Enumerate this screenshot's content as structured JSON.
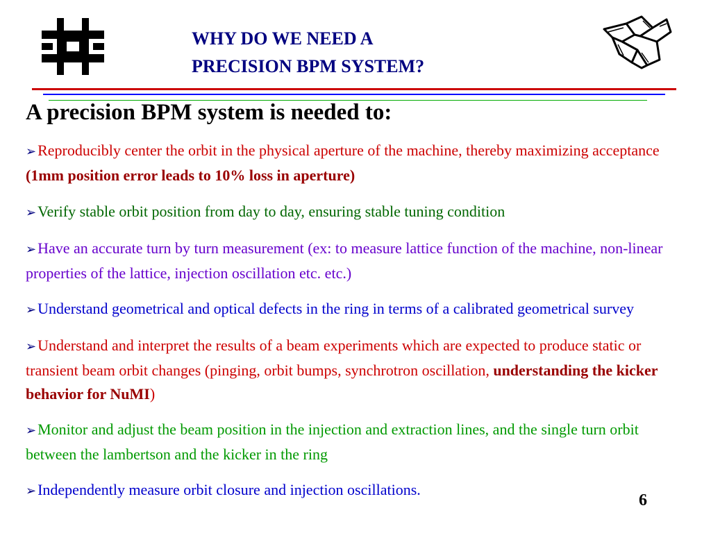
{
  "slide": {
    "title_line1": "WHY DO WE NEED A",
    "title_line2": "PRECISION BPM SYSTEM?",
    "heading": "A precision BPM system is needed to:",
    "bullets": [
      {
        "text": "Reproducibly center the orbit in the physical aperture of the machine, thereby maximizing acceptance ",
        "emphasis": "(1mm position error leads to 10% loss in aperture)",
        "suffix": ""
      },
      {
        "text": "Verify stable orbit position from day to day, ensuring stable tuning condition"
      },
      {
        "text": "Have an accurate turn by turn measurement (ex: to measure lattice function of the machine, non-linear properties of the lattice, injection oscillation etc. etc.)"
      },
      {
        "text": "Understand geometrical and optical defects in the ring in terms of a calibrated geometrical survey"
      },
      {
        "text": "Understand and interpret the results of a beam experiments which are expected to produce static or transient beam orbit changes (pinging, orbit bumps, synchrotron oscillation, ",
        "emphasis": "understanding the kicker behavior for NuMI",
        "suffix": ")"
      },
      {
        "text": "Monitor and adjust the beam position in the injection and extraction lines, and the single turn orbit between the lambertson and the kicker in the ring"
      },
      {
        "text": "Independently measure orbit closure and injection oscillations."
      }
    ],
    "page_number": "6"
  },
  "icons": {
    "left_logo": "fermilab-logo-icon",
    "right_logo": "booster-logo-icon",
    "bullet_marker": "arrowhead-bullet-icon"
  },
  "colors": {
    "title": "#000080",
    "rule_red": "#cc0000",
    "rule_blue": "#0000ff",
    "rule_green": "#00aa00"
  }
}
